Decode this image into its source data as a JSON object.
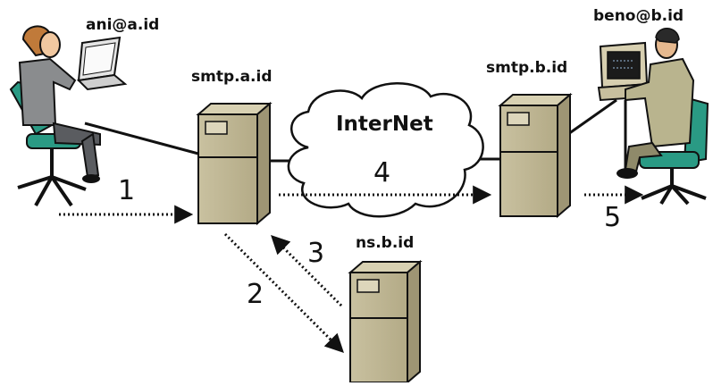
{
  "diagram": {
    "users": {
      "sender": "ani@a.id",
      "receiver": "beno@b.id"
    },
    "servers": {
      "sender_smtp": "smtp.a.id",
      "receiver_smtp": "smtp.b.id",
      "name_server": "ns.b.id"
    },
    "network": {
      "cloud_label": "InterNet"
    },
    "steps": [
      "1",
      "2",
      "3",
      "4",
      "5"
    ]
  }
}
